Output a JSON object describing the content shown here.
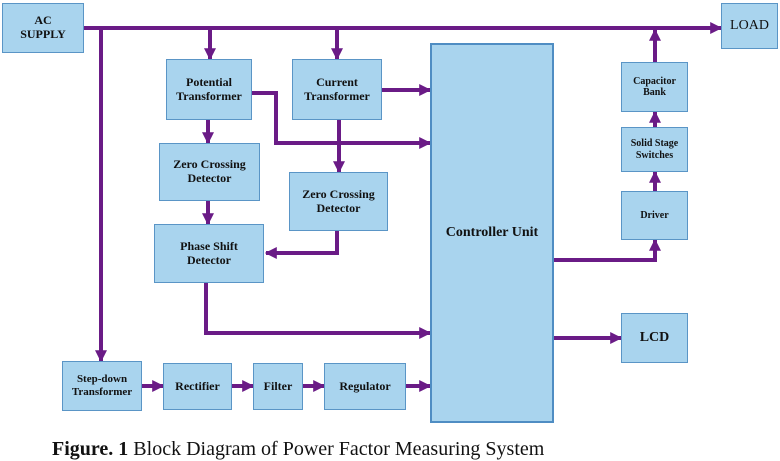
{
  "colors": {
    "wire": "#6a1b86",
    "block_fill": "#a9d4ee",
    "block_border": "#5a95c6"
  },
  "blocks": {
    "ac_supply": "AC\nSUPPLY",
    "load": "LOAD",
    "potential_transformer": "Potential\nTransformer",
    "current_transformer": "Current\nTransformer",
    "zcd_1": "Zero Crossing\nDetector",
    "zcd_2": "Zero Crossing\nDetector",
    "phase_shift": "Phase Shift\nDetector",
    "controller": "Controller Unit",
    "capacitor_bank": "Capacitor\nBank",
    "solid_stage": "Solid Stage\nSwitches",
    "driver": "Driver",
    "lcd": "LCD",
    "step_down": "Step-down\nTransformer",
    "rectifier": "Rectifier",
    "filter": "Filter",
    "regulator": "Regulator"
  },
  "caption": {
    "label": "Figure. 1",
    "text": " Block Diagram of Power Factor Measuring System"
  }
}
